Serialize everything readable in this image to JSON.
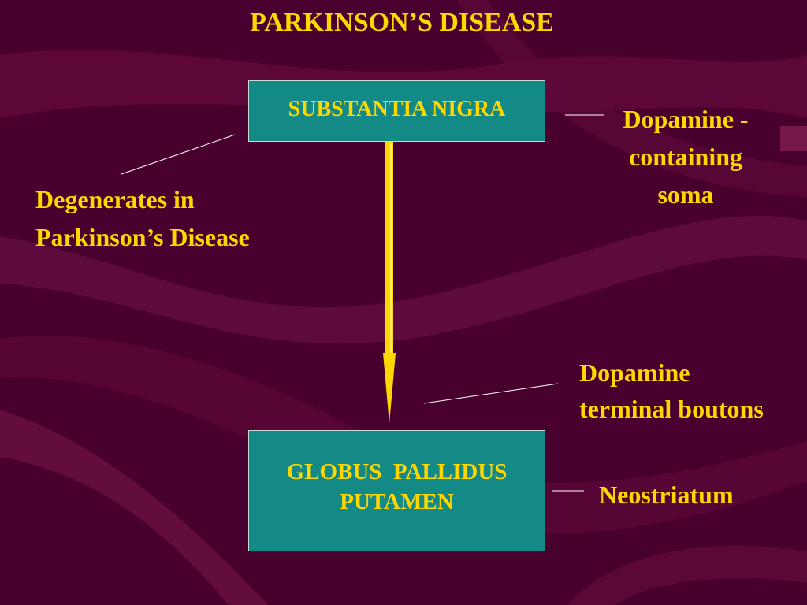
{
  "slide": {
    "title": "PARKINSON’S DISEASE",
    "colors": {
      "background": "#4a0030",
      "ribbon": "#6b0a3f",
      "text": "#ffd700",
      "box_fill": "#148a86",
      "arrow": "#ffd700",
      "connector": "#ffffff"
    }
  },
  "diagram": {
    "nodes": [
      {
        "id": "substantia-nigra",
        "lines": [
          "SUBSTANTIA NIGRA"
        ]
      },
      {
        "id": "globus-pallidus-putamen",
        "lines": [
          "GLOBUS  PALLIDUS",
          "PUTAMEN"
        ]
      }
    ],
    "edges": [
      {
        "from": "substantia-nigra",
        "to": "globus-pallidus-putamen"
      }
    ],
    "annotations": [
      {
        "id": "degenerates",
        "lines": [
          "Degenerates in",
          "Parkinson’s Disease"
        ]
      },
      {
        "id": "dopamine-soma",
        "lines": [
          "Dopamine -",
          "containing",
          "soma"
        ]
      },
      {
        "id": "dopamine-terminal",
        "lines": [
          "Dopamine",
          "terminal boutons"
        ]
      },
      {
        "id": "neostriatum",
        "lines": [
          "Neostriatum"
        ]
      }
    ]
  }
}
